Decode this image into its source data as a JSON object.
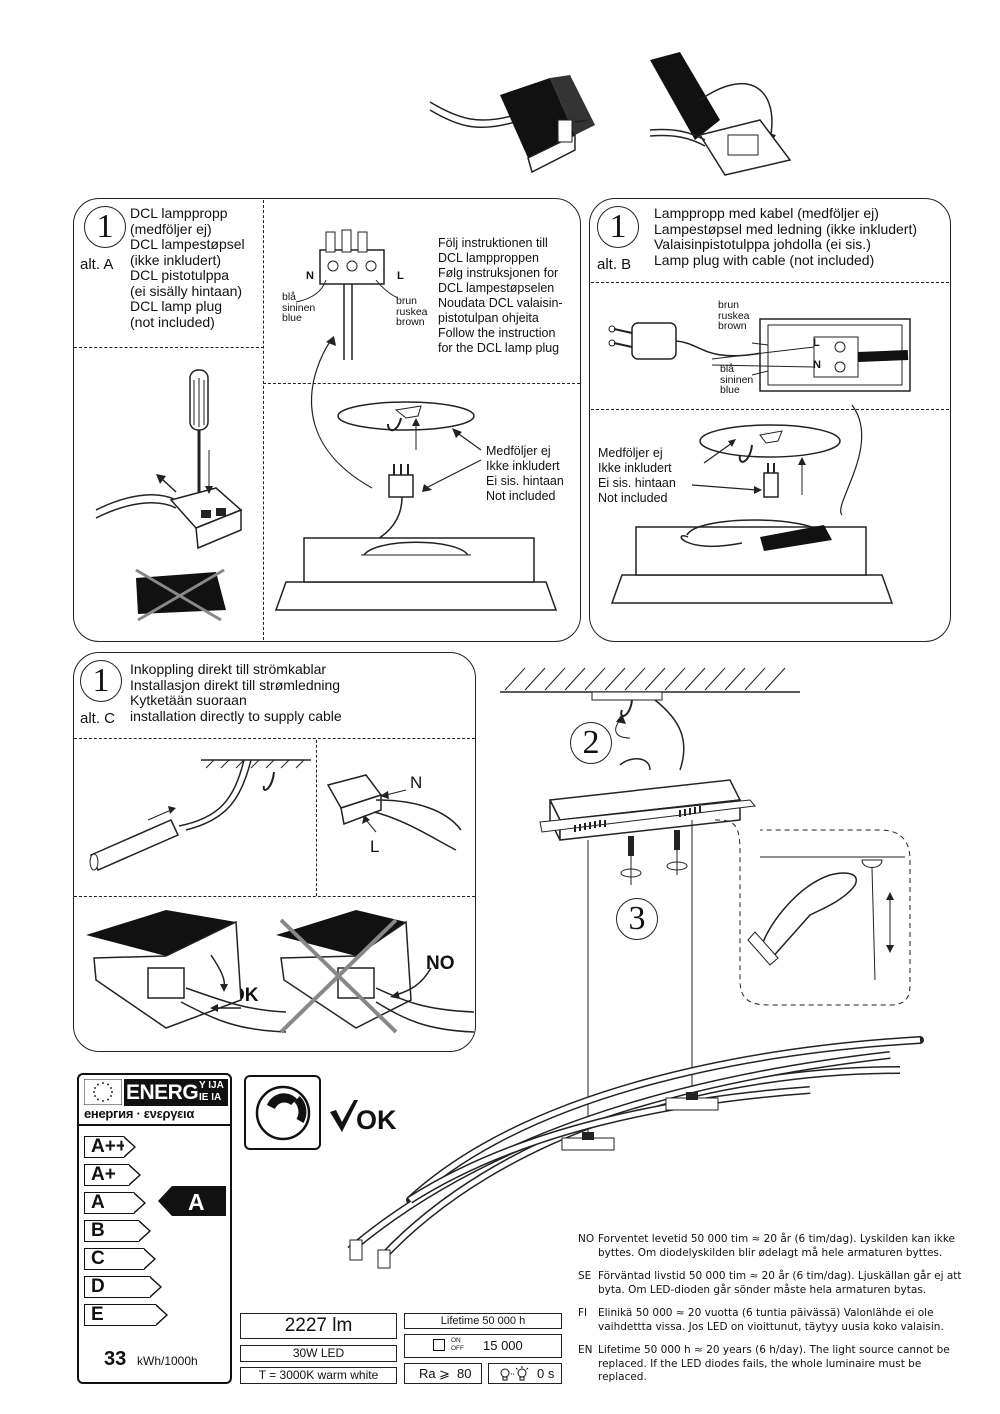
{
  "panel_a": {
    "step": "1",
    "alt": "alt. A",
    "title_lines": "DCL lamppropp\n(medföljer ej)\nDCL lampestøpsel\n(ikke inkludert)\nDCL pistotulppa\n(ei sisälly hintaan)\nDCL lamp plug\n(not included)",
    "instruction": "Följ instruktionen till\nDCL lampproppen\nFølg instruksjonen for\nDCL lampestøpselen\nNoudata DCL valaisin-\npistotulpan ohjeita\nFollow the instruction\nfor the DCL lamp plug",
    "n_label": "N",
    "l_label": "L",
    "blue_label": "blå\nsininen\nblue",
    "brown_label": "brun\nruskea\nbrown",
    "not_included": "Medföljer ej\nIkke inkludert\nEi sis. hintaan\nNot included"
  },
  "panel_b": {
    "step": "1",
    "alt": "alt. B",
    "title_lines": "Lamppropp med kabel (medföljer ej)\nLampestøpsel med ledning (ikke inkludert)\nValaisinpistotulppa johdolla (ei sis.)\nLamp plug with cable (not included)",
    "brown_label": "brun\nruskea\nbrown",
    "blue_label": "blå\nsininen\nblue",
    "not_included": "Medföljer ej\nIkke inkludert\nEi sis. hintaan\nNot included",
    "term_l": "L",
    "term_n": "N"
  },
  "panel_c": {
    "step": "1",
    "alt": "alt. C",
    "title_lines": "Inkoppling direkt till strömkablar\nInstallasjon direkt till strømledning\nKytketään suoraan\ninstallation directly to supply cable",
    "n_label": "N",
    "l_label": "L",
    "ok_label": "OK",
    "no_label": "NO"
  },
  "steps": {
    "two": "2",
    "three": "3"
  },
  "energy_label": {
    "header": "ENERG",
    "suffix_top": "Y IJA",
    "suffix_bottom": "IE IA",
    "subtitle": "енергия · ενεργεια",
    "classes": [
      "A++",
      "A+",
      "A",
      "B",
      "C",
      "D",
      "E"
    ],
    "rating": "A",
    "consumption_value": "33",
    "consumption_unit": "kWh/1000h"
  },
  "dimmable": {
    "ok_label": "OK"
  },
  "specs": {
    "lumen": "2227 lm",
    "power": "30W  LED",
    "color_temp": "T = 3000K warm white",
    "lifetime": "Lifetime 50 000 h",
    "switch_on": "ON",
    "switch_off": "OFF",
    "switch_cycles": "15 000",
    "ra_label": "Ra",
    "ra_sym": "⩾",
    "ra_value": "80",
    "start_time": "0 s"
  },
  "notes": [
    {
      "code": "NO",
      "text": "Forventet levetid 50 000 tim ≈ 20 år (6 tim/dag). Lyskilden kan ikke byttes. Om diodelyskilden blir ødelagt må hele armaturen byttes."
    },
    {
      "code": "SE",
      "text": "Förväntad livstid 50 000 tim ≈ 20 år (6 tim/dag). Ljuskällan går ej att byta. Om LED-dioden går sönder måste hela armaturen bytas."
    },
    {
      "code": "FI",
      "text": "Elinikä 50 000 ≈ 20 vuotta (6 tuntia päivässä) Valonlähde ei ole vaihdettta vissa. Jos LED on vioittunut, täytyy uusia koko valaisin."
    },
    {
      "code": "EN",
      "text": "Lifetime 50 000 h ≈ 20 years (6 h/day). The light source cannot be replaced. If the LED diodes fails, the whole luminaire must be replaced."
    }
  ]
}
